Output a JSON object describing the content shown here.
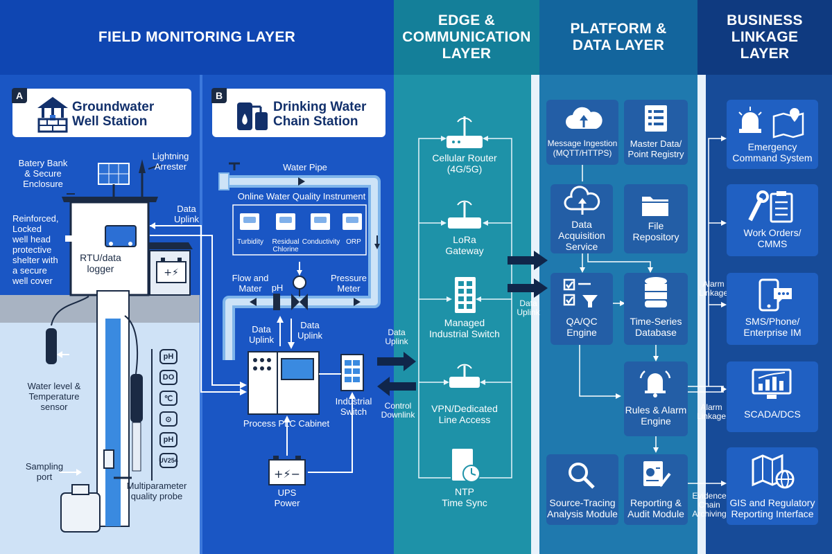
{
  "layers": {
    "field": "FIELD MONITORING LAYER",
    "edge": "EDGE &\nCOMMUNICATION\nLAYER",
    "platform": "PLATFORM &\nDATA LAYER",
    "business": "BUSINESS\nLINKAGE\nLAYER"
  },
  "station_a": {
    "badge": "A",
    "title": "Groundwater\nWell Station",
    "battery": "Batery Bank\n& Secure\nEnclosure",
    "lightning": "Lightning\nArrester",
    "uplink": "Data\nUplink",
    "shelter": "Reinforced,\nLocked\nwell head\nprotective\nshelter with\na secure\nwell cover",
    "rtu": "RTU/data\nlogger",
    "level_sensor": "Water level &\nTemperature\nsensor",
    "sampling": "Sampling\nport",
    "probe": "Multiparameter\nquality probe",
    "probe_icons": [
      "pH",
      "DO",
      "℃",
      "⊙",
      "pH",
      "UV254"
    ]
  },
  "station_b": {
    "badge": "B",
    "title": "Drinking Water\nChain Station",
    "water_pipe": "Water Pipe",
    "instrument": "Online Water Quality Instrument",
    "sensors": [
      "Turbidity",
      "Residual\nChlorine",
      "Conductivity",
      "ORP"
    ],
    "flow": "Flow and\nMater",
    "ph": "pH",
    "pressure": "Pressure\nMeter",
    "uplink1": "Data\nUplink",
    "uplink2": "Data\nUplink",
    "plc": "Process PLC Cabinet",
    "switch": "Industrial\nSwitch",
    "ups": "UPS\nPower"
  },
  "links": {
    "uplink_edge": "Data\nUplink",
    "downlink": "Control\nDownlink",
    "uplink_platform": "Data\nUplink",
    "alarm1": "Alarm\nLinkage",
    "alarm2": "Alarm\nLinkage",
    "evidence": "Evidence\nChain\nArchiving"
  },
  "edge": {
    "items": [
      "Cellular Router\n(4G/5G)",
      "LoRa\nGateway",
      "Managed\nIndustrial Switch",
      "VPN/Dedicated\nLine Access",
      "NTP\nTime Sync"
    ]
  },
  "platform": {
    "tiles": [
      "Message Ingestion\n(MQTT/HTTPS)",
      "Master Data/\nPoint Registry",
      "Data\nAcquisition\nService",
      "File\nRepository",
      "QA/QC\nEngine",
      "Time-Series\nDatabase",
      "Rules & Alarm\nEngine",
      "Source-Tracing\nAnalysis Module",
      "Reporting &\nAudit Module"
    ]
  },
  "business": {
    "tiles": [
      "Emergency\nCommand System",
      "Work Orders/\nCMMS",
      "SMS/Phone/\nEnterprise IM",
      "SCADA/DCS",
      "GIS and Regulatory\nReporting Interface"
    ]
  },
  "colors": {
    "field": "#1a56c4",
    "edge": "#1d8fa6",
    "platform": "#1f77ac",
    "business": "#174a94",
    "header": "#0f3f9e"
  }
}
